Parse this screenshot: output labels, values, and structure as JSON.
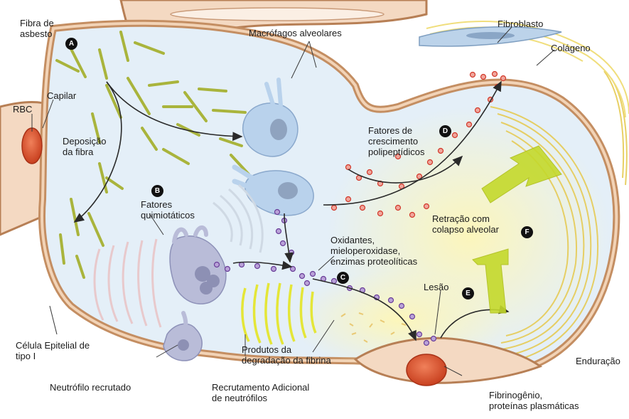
{
  "colors": {
    "alveolar_bg": "#e4eff8",
    "wall_fill": "#f4d9c2",
    "wall_stroke": "#b77f55",
    "fiber": "#a9b43c",
    "collagen": "#ecd774",
    "macrophage": "#b9d2ec",
    "neutrophil": "#b9bcd8",
    "rbc": "#e2572e",
    "particle_red": "#e24a3a",
    "particle_purple": "#7a4ea6",
    "arrow_green": "#c4d92c"
  },
  "labels": {
    "fibra_asbesto": "Fibra de\nasbesto",
    "capilar": "Capilar",
    "rbc": "RBC",
    "deposicao": "Deposição\nda fibra",
    "macrofagos": "Macrófagos alveolares",
    "fibroblasto": "Fibroblasto",
    "colageno": "Colágeno",
    "fatores_crescimento": "Fatores de\ncrescimento\npolipeptídicos",
    "fatores_quimiotaticos": "Fatores\nquimiotáticos",
    "retracao": "Retração com\ncolapso alveolar",
    "oxidantes": "Oxidantes,\nmieloperoxidase,\nenzimas proteolíticas",
    "lesao": "Lesão",
    "celula_epitelial": "Célula Epitelial de\ntipo I",
    "produtos": "Produtos da\ndegradação da fibrina",
    "neutrofilo": "Neutrófilo recrutado",
    "recrutamento": "Recrutamento Adicional\nde neutrófilos",
    "fibrinogenio": "Fibrinogênio,\nproteínas plasmáticas",
    "enduracao": "Enduração"
  },
  "badges": {
    "a": "A",
    "b": "B",
    "c": "C",
    "d": "D",
    "e": "E",
    "f": "F"
  }
}
